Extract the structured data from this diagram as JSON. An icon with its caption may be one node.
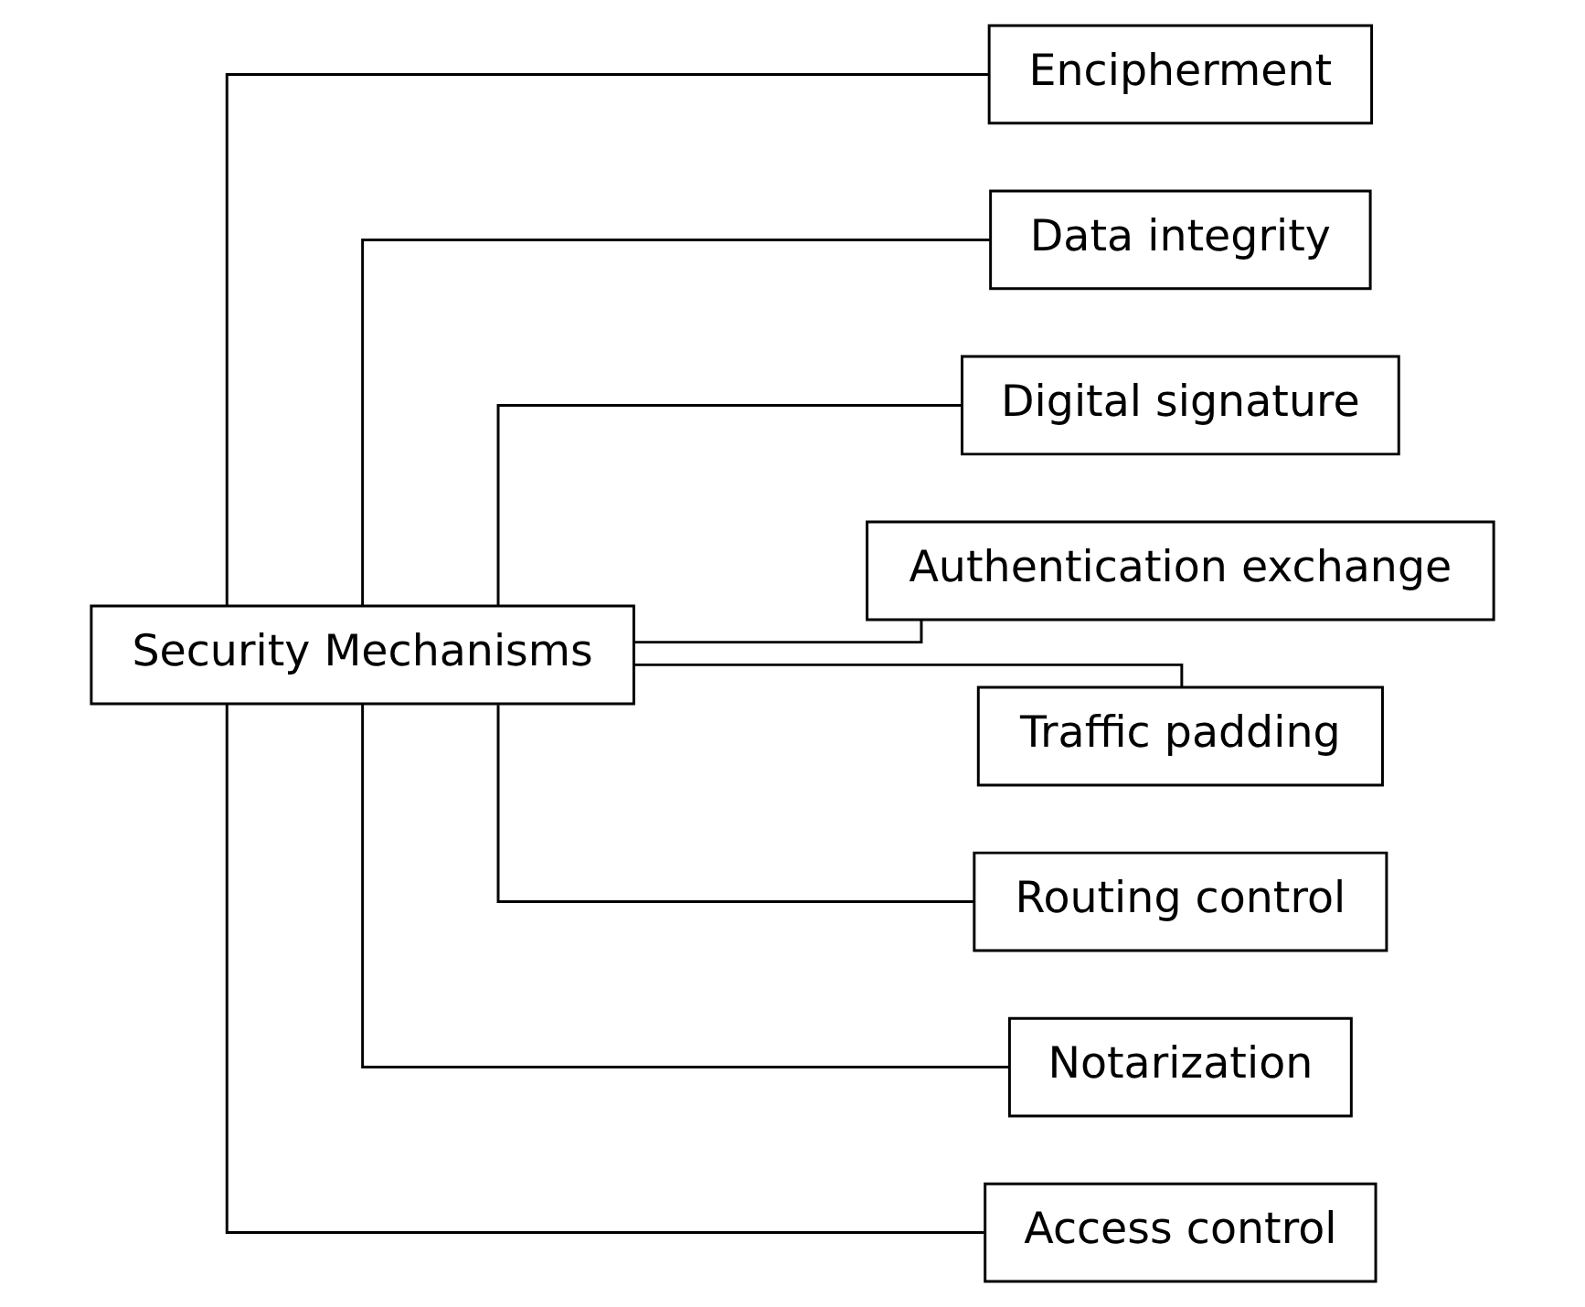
{
  "diagram": {
    "nodes": [
      {
        "text": [
          "Security Mechanisms"
        ]
      },
      {
        "text": [
          "Encipherment"
        ]
      },
      {
        "text": [
          "Data integrity"
        ]
      },
      {
        "text": [
          "Digital signature"
        ]
      },
      {
        "text": [
          "Authentication exchange"
        ]
      },
      {
        "text": [
          "Traffic padding"
        ]
      },
      {
        "text": [
          "Routing control"
        ]
      },
      {
        "text": [
          "Notarization"
        ]
      },
      {
        "text": [
          "Access control"
        ]
      }
    ],
    "edges": [
      {
        "from": 0,
        "to": 1,
        "arrow": "none"
      },
      {
        "from": 0,
        "to": 2,
        "arrow": "none"
      },
      {
        "from": 0,
        "to": 3,
        "arrow": "none"
      },
      {
        "from": 0,
        "to": 4,
        "arrow": "none"
      },
      {
        "from": 0,
        "to": 5,
        "arrow": "none"
      },
      {
        "from": 0,
        "to": 6,
        "arrow": "none"
      },
      {
        "from": 0,
        "to": 7,
        "arrow": "none"
      },
      {
        "from": 0,
        "to": 8,
        "arrow": "none"
      }
    ]
  }
}
